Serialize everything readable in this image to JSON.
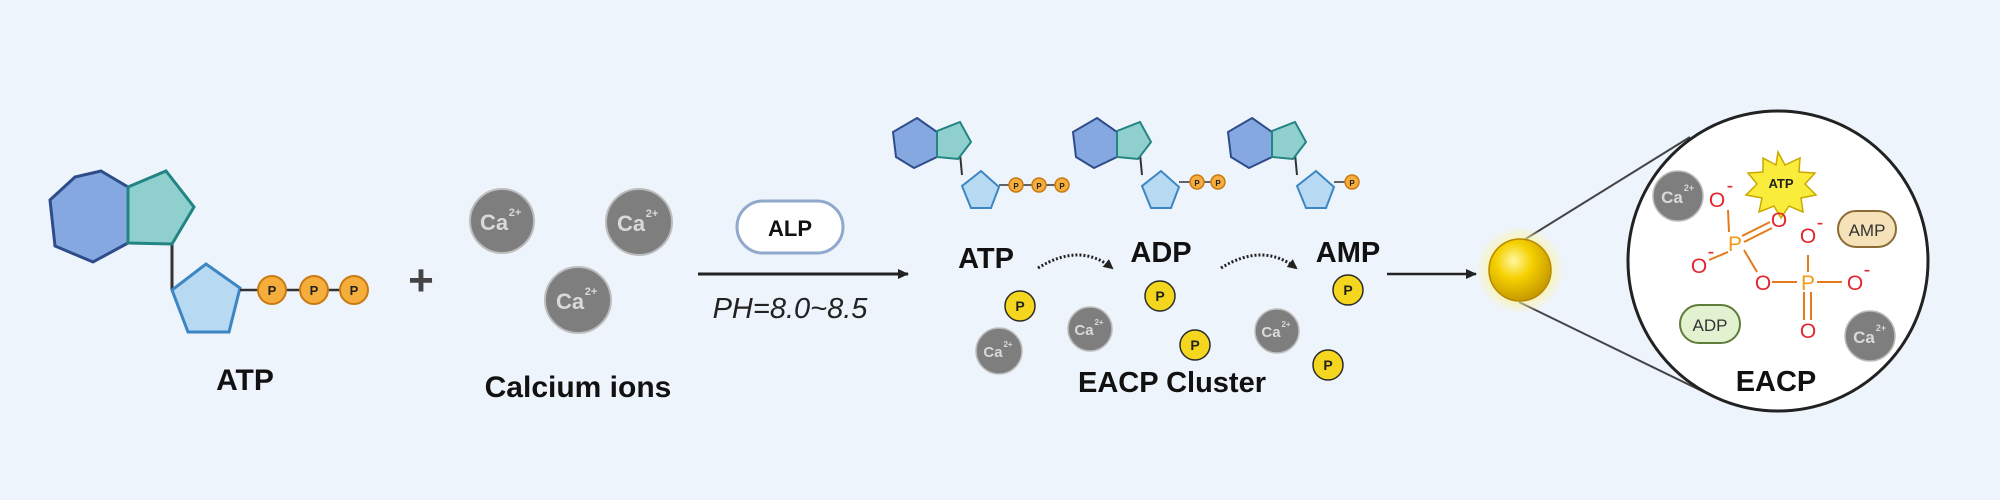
{
  "atp_label": "ATP",
  "plus_sign": "+",
  "calcium_ion_text": "Ca",
  "calcium_ion_charge": "2+",
  "calcium_label": "Calcium ions",
  "phosphate_text": "P",
  "enzyme_label": "ALP",
  "condition_label": "PH=8.0~8.5",
  "stage_atp_label": "ATP",
  "stage_adp_label": "ADP",
  "stage_amp_label": "AMP",
  "cluster_label": "EACP Cluster",
  "eacp_label": "EACP",
  "inset": {
    "atp_badge": "ATP",
    "amp_badge": "AMP",
    "adp_badge": "ADP",
    "oxygen_text": "O",
    "phosphorus_text": "P",
    "minus_text": "-"
  },
  "colors": {
    "hexagon_fill": "#86a8e0",
    "pentagon_fill": "#8fd0ce",
    "ribose_fill": "#b7d9f2",
    "phosphate_orange": "#f5ad3c",
    "phosphate_yellow": "#f5d61e",
    "calcium_gray": "#7e7e7e",
    "oxygen_red": "#e4252d",
    "phosphorus_orange": "#f09a1a",
    "background": "#eef4fb"
  }
}
